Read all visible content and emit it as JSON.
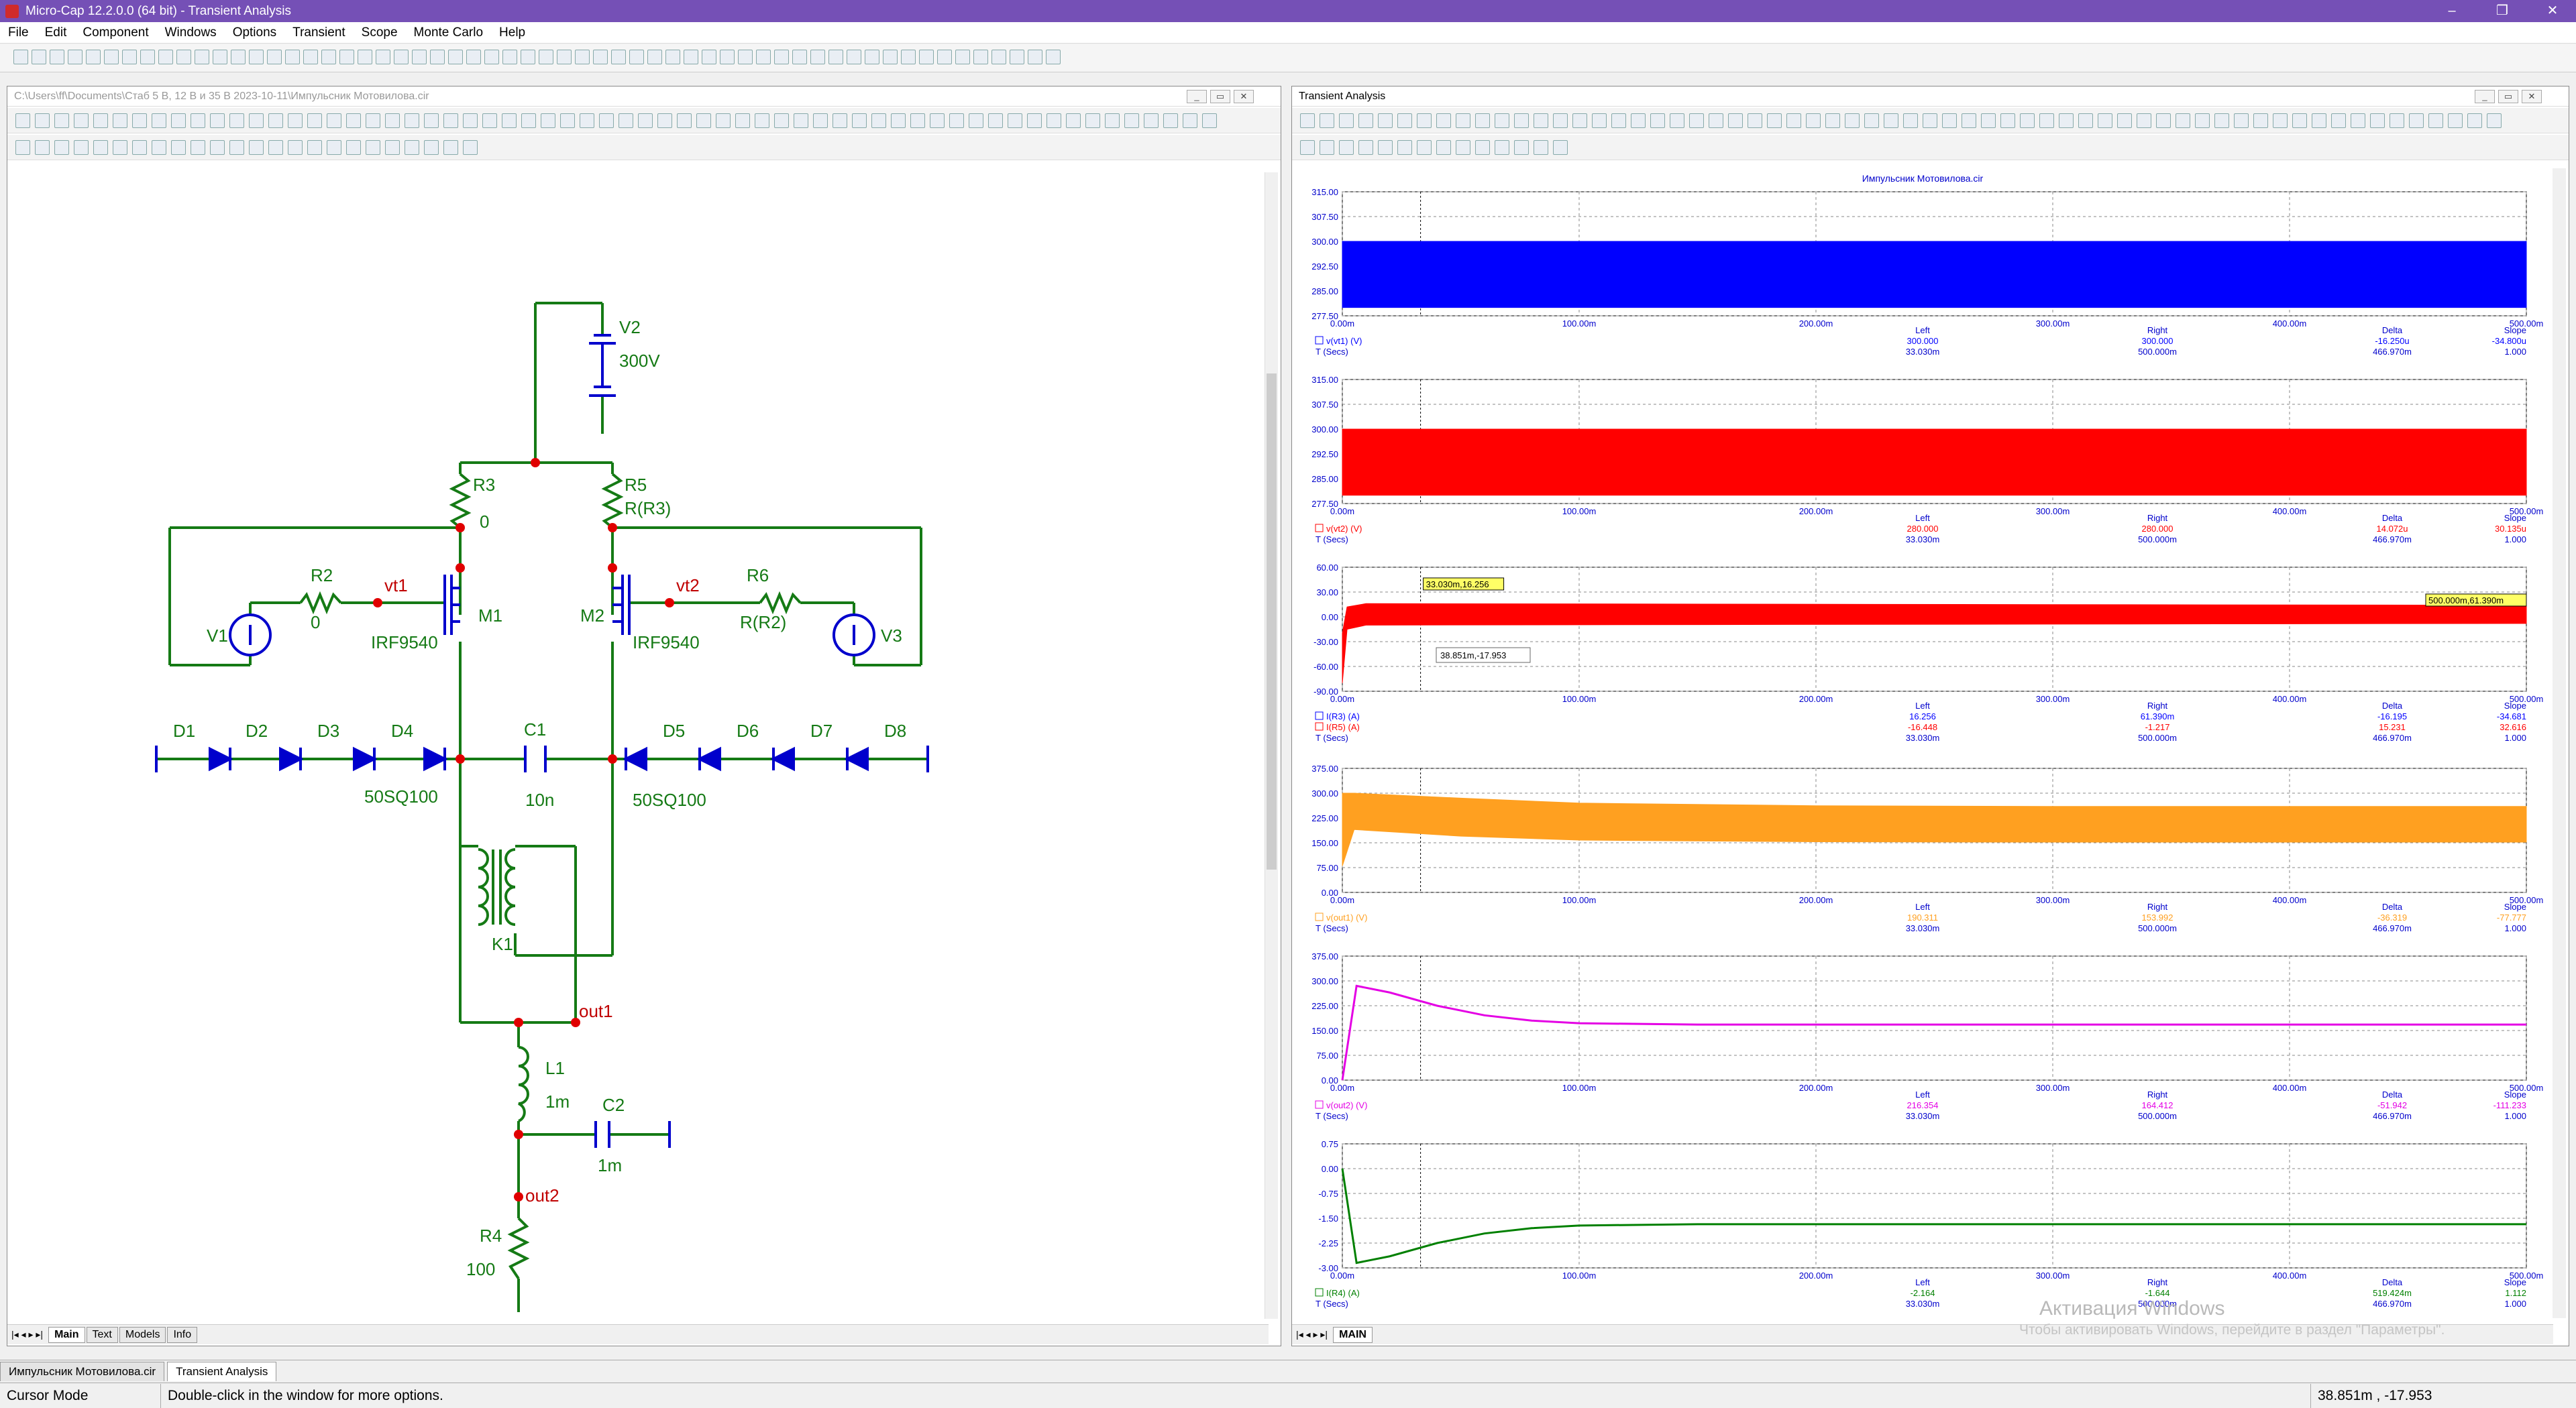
{
  "app": {
    "title": "Micro-Cap 12.2.0.0 (64 bit) - Transient Analysis",
    "window_controls": [
      "–",
      "❐",
      "✕"
    ]
  },
  "menu": [
    "File",
    "Edit",
    "Component",
    "Windows",
    "Options",
    "Transient",
    "Scope",
    "Monte Carlo",
    "Help"
  ],
  "schematic": {
    "title": "C:\\Users\\ff\\Documents\\Стаб 5 В, 12 В и 35 В 2023-10-11\\Импульсник Мотовилова.cir",
    "tabs": [
      "Main",
      "Text",
      "Models",
      "Info"
    ],
    "labels": {
      "V2": "V2",
      "V2val": "300V",
      "R3": "R3",
      "R3val": "0",
      "R5": "R5",
      "R5val": "R(R3)",
      "R2": "R2",
      "R2val": "0",
      "R6": "R6",
      "R6val": "R(R2)",
      "vt1": "vt1",
      "vt2": "vt2",
      "V1": "V1",
      "V3": "V3",
      "M1": "M1",
      "M2": "M2",
      "M1model": "IRF9540",
      "M2model": "IRF9540",
      "D1": "D1",
      "D2": "D2",
      "D3": "D3",
      "D4": "D4",
      "D5": "D5",
      "D6": "D6",
      "D7": "D7",
      "D8": "D8",
      "Dmodel1": "50SQ100",
      "Dmodel2": "50SQ100",
      "C1": "C1",
      "C1val": "10n",
      "K1": "K1",
      "out1": "out1",
      "out2": "out2",
      "L1": "L1",
      "L1val": "1m",
      "C2": "C2",
      "C2val": "1m",
      "R4": "R4",
      "R4val": "100"
    }
  },
  "transient": {
    "window_title": "Transient Analysis",
    "plot_title": "Импульсник Мотовилова.cir",
    "tab": "MAIN",
    "colors": {
      "blue": "#0000ff",
      "red": "#ff0000",
      "orange": "#ffa020",
      "magenta": "#e400e4",
      "green": "#008000"
    },
    "x_ticks": [
      "0.00m",
      "100.00m",
      "200.00m",
      "300.00m",
      "400.00m",
      "500.00m"
    ],
    "readout_headers": [
      "Left",
      "Right",
      "Delta",
      "Slope"
    ],
    "t_row": {
      "label": "T (Secs)",
      "left": "33.030m",
      "right": "500.000m",
      "delta": "466.970m",
      "slope": "1.000"
    },
    "panels": [
      {
        "id": "p1",
        "y_ticks": [
          "315.00",
          "307.50",
          "300.00",
          "292.50",
          "285.00",
          "277.50"
        ],
        "traces": [
          {
            "name": "v(vt1) (V)",
            "color": "#0000ff",
            "left": "300.000",
            "right": "300.000",
            "delta": "-16.250u",
            "slope": "-34.800u"
          }
        ]
      },
      {
        "id": "p2",
        "y_ticks": [
          "315.00",
          "307.50",
          "300.00",
          "292.50",
          "285.00",
          "277.50"
        ],
        "traces": [
          {
            "name": "v(vt2) (V)",
            "color": "#ff0000",
            "left": "280.000",
            "right": "280.000",
            "delta": "14.072u",
            "slope": "30.135u"
          }
        ]
      },
      {
        "id": "p3",
        "y_ticks": [
          "60.00",
          "30.00",
          "0.00",
          "-30.00",
          "-60.00",
          "-90.00"
        ],
        "traces": [
          {
            "name": "I(R3) (A)",
            "color": "#0000ff",
            "left": "16.256",
            "right": "61.390m",
            "delta": "-16.195",
            "slope": "-34.681"
          },
          {
            "name": "I(R5) (A)",
            "color": "#ff0000",
            "left": "-16.448",
            "right": "-1.217",
            "delta": "15.231",
            "slope": "32.616"
          }
        ],
        "tags": {
          "left": "33.030m,16.256",
          "right": "500.000m,61.390m",
          "cursor": "38.851m,-17.953"
        }
      },
      {
        "id": "p4",
        "y_ticks": [
          "375.00",
          "300.00",
          "225.00",
          "150.00",
          "75.00",
          "0.00"
        ],
        "traces": [
          {
            "name": "v(out1) (V)",
            "color": "#ffa020",
            "left": "190.311",
            "right": "153.992",
            "delta": "-36.319",
            "slope": "-77.777"
          }
        ]
      },
      {
        "id": "p5",
        "y_ticks": [
          "375.00",
          "300.00",
          "225.00",
          "150.00",
          "75.00",
          "0.00"
        ],
        "traces": [
          {
            "name": "v(out2) (V)",
            "color": "#e400e4",
            "left": "216.354",
            "right": "164.412",
            "delta": "-51.942",
            "slope": "-111.233"
          }
        ]
      },
      {
        "id": "p6",
        "y_ticks": [
          "0.75",
          "0.00",
          "-0.75",
          "-1.50",
          "-2.25",
          "-3.00"
        ],
        "traces": [
          {
            "name": "I(R4) (A)",
            "color": "#008000",
            "left": "-2.164",
            "right": "-1.644",
            "delta": "519.424m",
            "slope": "1.112"
          }
        ]
      }
    ]
  },
  "chart_data": [
    {
      "type": "area",
      "xlabel": "T (Secs)",
      "xlim": [
        0,
        0.5
      ],
      "ylim": [
        277.5,
        315
      ],
      "series": [
        {
          "name": "v(vt1) (V)",
          "x": [
            0,
            0.5
          ],
          "band_low": [
            280,
            280
          ],
          "band_high": [
            300,
            300
          ]
        }
      ]
    },
    {
      "type": "area",
      "xlabel": "T (Secs)",
      "xlim": [
        0,
        0.5
      ],
      "ylim": [
        277.5,
        315
      ],
      "series": [
        {
          "name": "v(vt2) (V)",
          "x": [
            0,
            0.5
          ],
          "band_low": [
            280,
            280
          ],
          "band_high": [
            300,
            300
          ]
        }
      ]
    },
    {
      "type": "area",
      "xlabel": "T (Secs)",
      "xlim": [
        0,
        0.5
      ],
      "ylim": [
        -90,
        60
      ],
      "series": [
        {
          "name": "I(R5) (A)",
          "x": [
            0,
            0.002,
            0.01,
            0.5
          ],
          "band_low": [
            -80,
            -15,
            -10,
            -8
          ],
          "band_high": [
            -20,
            12,
            16,
            14
          ]
        }
      ]
    },
    {
      "type": "area",
      "xlabel": "T (Secs)",
      "xlim": [
        0,
        0.5
      ],
      "ylim": [
        0,
        375
      ],
      "series": [
        {
          "name": "v(out1) (V)",
          "x": [
            0,
            0.005,
            0.05,
            0.1,
            0.2,
            0.3,
            0.5
          ],
          "band_low": [
            80,
            190,
            170,
            158,
            153,
            152,
            152
          ],
          "band_high": [
            300,
            300,
            285,
            270,
            262,
            260,
            260
          ]
        }
      ]
    },
    {
      "type": "line",
      "xlabel": "T (Secs)",
      "xlim": [
        0,
        0.5
      ],
      "ylim": [
        0,
        375
      ],
      "series": [
        {
          "name": "v(out2) (V)",
          "x": [
            0,
            0.006,
            0.02,
            0.04,
            0.06,
            0.08,
            0.1,
            0.15,
            0.5
          ],
          "y": [
            0,
            285,
            265,
            225,
            196,
            180,
            172,
            168,
            168
          ]
        }
      ]
    },
    {
      "type": "line",
      "xlabel": "T (Secs)",
      "xlim": [
        0,
        0.5
      ],
      "ylim": [
        -3,
        0.75
      ],
      "series": [
        {
          "name": "I(R4) (A)",
          "x": [
            0,
            0.006,
            0.02,
            0.04,
            0.06,
            0.08,
            0.1,
            0.15,
            0.5
          ],
          "y": [
            0,
            -2.85,
            -2.65,
            -2.25,
            -1.96,
            -1.8,
            -1.72,
            -1.68,
            -1.68
          ]
        }
      ]
    }
  ],
  "docs": [
    "Импульсник Мотовилова.cir",
    "Transient Analysis"
  ],
  "status": {
    "mode": "Cursor Mode",
    "hint": "Double-click in the window for more options.",
    "coords": "38.851m , -17.953"
  },
  "watermark": {
    "line1": "Активация Windows",
    "line2": "Чтобы активировать Windows, перейдите в раздел \"Параметры\"."
  }
}
